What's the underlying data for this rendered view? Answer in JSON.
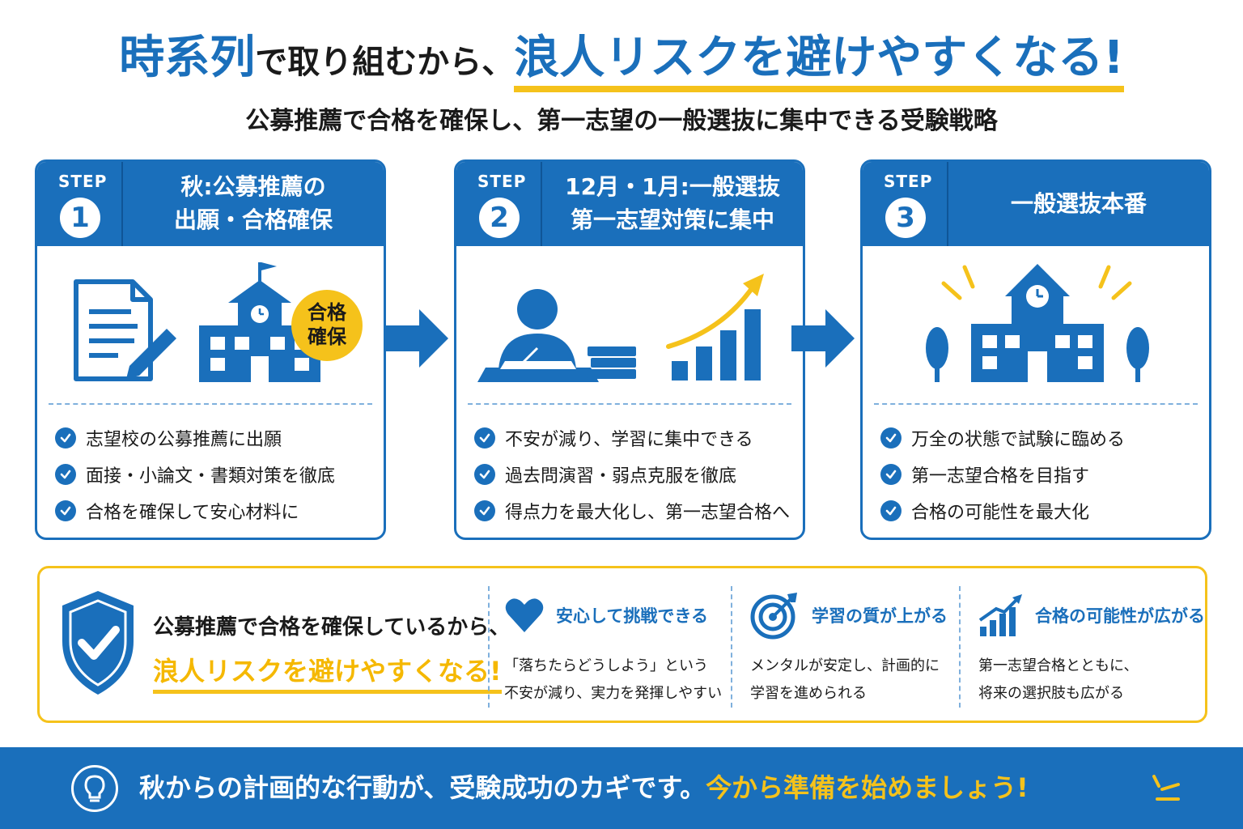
{
  "header": {
    "title_part1": "時系列",
    "title_part2": "で取り組むから、",
    "title_part3": "浪人リスクを避けやすくなる!",
    "subtitle": "公募推薦で合格を確保し、第一志望の一般選抜に集中できる受験戦略"
  },
  "steps": [
    {
      "label": "STEP",
      "number": "1",
      "title_line1": "秋:公募推薦の",
      "title_line2": "出願・合格確保",
      "badge_line1": "合格",
      "badge_line2": "確保",
      "items": [
        "志望校の公募推薦に出願",
        "面接・小論文・書類対策を徹底",
        "合格を確保して安心材料に"
      ]
    },
    {
      "label": "STEP",
      "number": "2",
      "title_line1": "12月・1月:一般選抜",
      "title_line2": "第一志望対策に集中",
      "items": [
        "不安が減り、学習に集中できる",
        "過去問演習・弱点克服を徹底",
        "得点力を最大化し、第一志望合格へ"
      ]
    },
    {
      "label": "STEP",
      "number": "3",
      "title_line1": "一般選抜本番",
      "items": [
        "万全の状態で試験に臨める",
        "第一志望合格を目指す",
        "合格の可能性を最大化"
      ]
    }
  ],
  "summary": {
    "line1": "公募推薦で合格を確保しているから、",
    "line2": "浪人リスクを避けやすくなる!",
    "benefits": [
      {
        "icon": "heart-icon",
        "title": "安心して挑戦できる",
        "line1": "「落ちたらどうしよう」という",
        "line2": "不安が減り、実力を発揮しやすい"
      },
      {
        "icon": "target-icon",
        "title": "学習の質が上がる",
        "line1": "メンタルが安定し、計画的に",
        "line2": "学習を進められる"
      },
      {
        "icon": "growth-chart-icon",
        "title": "合格の可能性が広がる",
        "line1": "第一志望合格とともに、",
        "line2": "将来の選択肢も広がる"
      }
    ]
  },
  "footer": {
    "text_white": "秋からの計画的な行動が、受験成功のカギです。",
    "text_yellow": "今から準備を始めましょう!"
  },
  "colors": {
    "primary_blue": "#1a6fbb",
    "accent_yellow": "#f5c21b",
    "text_dark": "#1a1a1a",
    "dash_blue": "#7fb0dd"
  }
}
